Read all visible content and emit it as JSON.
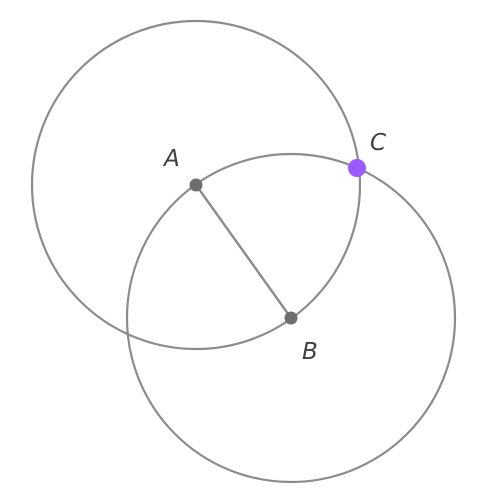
{
  "points": {
    "A": {
      "label": "A",
      "color": "#6e6e6e"
    },
    "B": {
      "label": "B",
      "color": "#6e6e6e"
    },
    "C": {
      "label": "C",
      "color": "#9b5cff"
    }
  },
  "stroke_color": "#8c8c8c"
}
